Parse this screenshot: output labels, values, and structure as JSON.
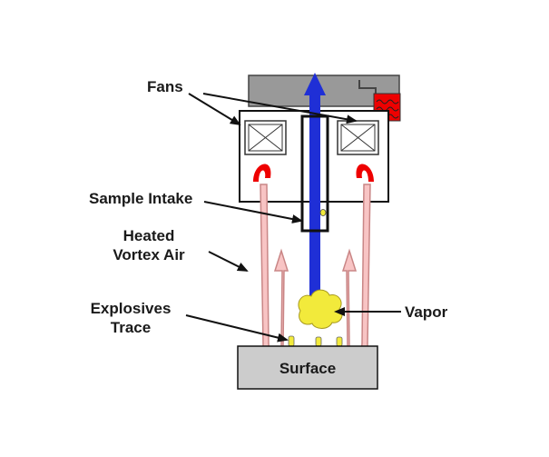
{
  "labels": {
    "fans": "Fans",
    "sample_intake": "Sample Intake",
    "heated_line1": "Heated",
    "heated_line2": "Vortex Air",
    "explosives_line1": "Explosives",
    "explosives_line2": "Trace",
    "vapor": "Vapor",
    "surface": "Surface"
  },
  "colors": {
    "housing_gray": "#999999",
    "intake_blue": "#1f2fd6",
    "vortex_pink": "#f8c4c4",
    "vortex_stroke": "#c98686",
    "nozzle_red": "#ee0000",
    "vapor_yellow": "#f2ea3b",
    "surface_gray": "#cccccc"
  }
}
